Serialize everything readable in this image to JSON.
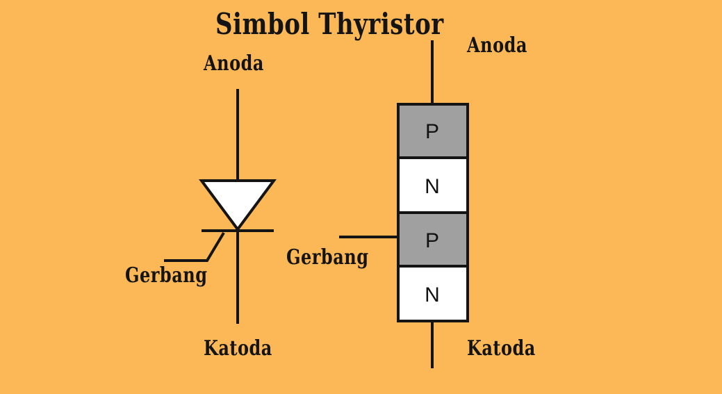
{
  "title": "Simbol Thyristor",
  "symbol": {
    "anode_label": "Anoda",
    "gate_label": "Gerbang",
    "cathode_label": "Katoda"
  },
  "layers": {
    "anode_label": "Anoda",
    "gate_label": "Gerbang",
    "cathode_label": "Katoda",
    "stack": [
      {
        "text": "P",
        "fill": "#A0A0A0"
      },
      {
        "text": "N",
        "fill": "#FFFFFF"
      },
      {
        "text": "P",
        "fill": "#A0A0A0"
      },
      {
        "text": "N",
        "fill": "#FFFFFF"
      }
    ]
  },
  "colors": {
    "background": "#FCB756",
    "line": "#141414",
    "p_layer": "#A0A0A0",
    "n_layer": "#FFFFFF"
  }
}
